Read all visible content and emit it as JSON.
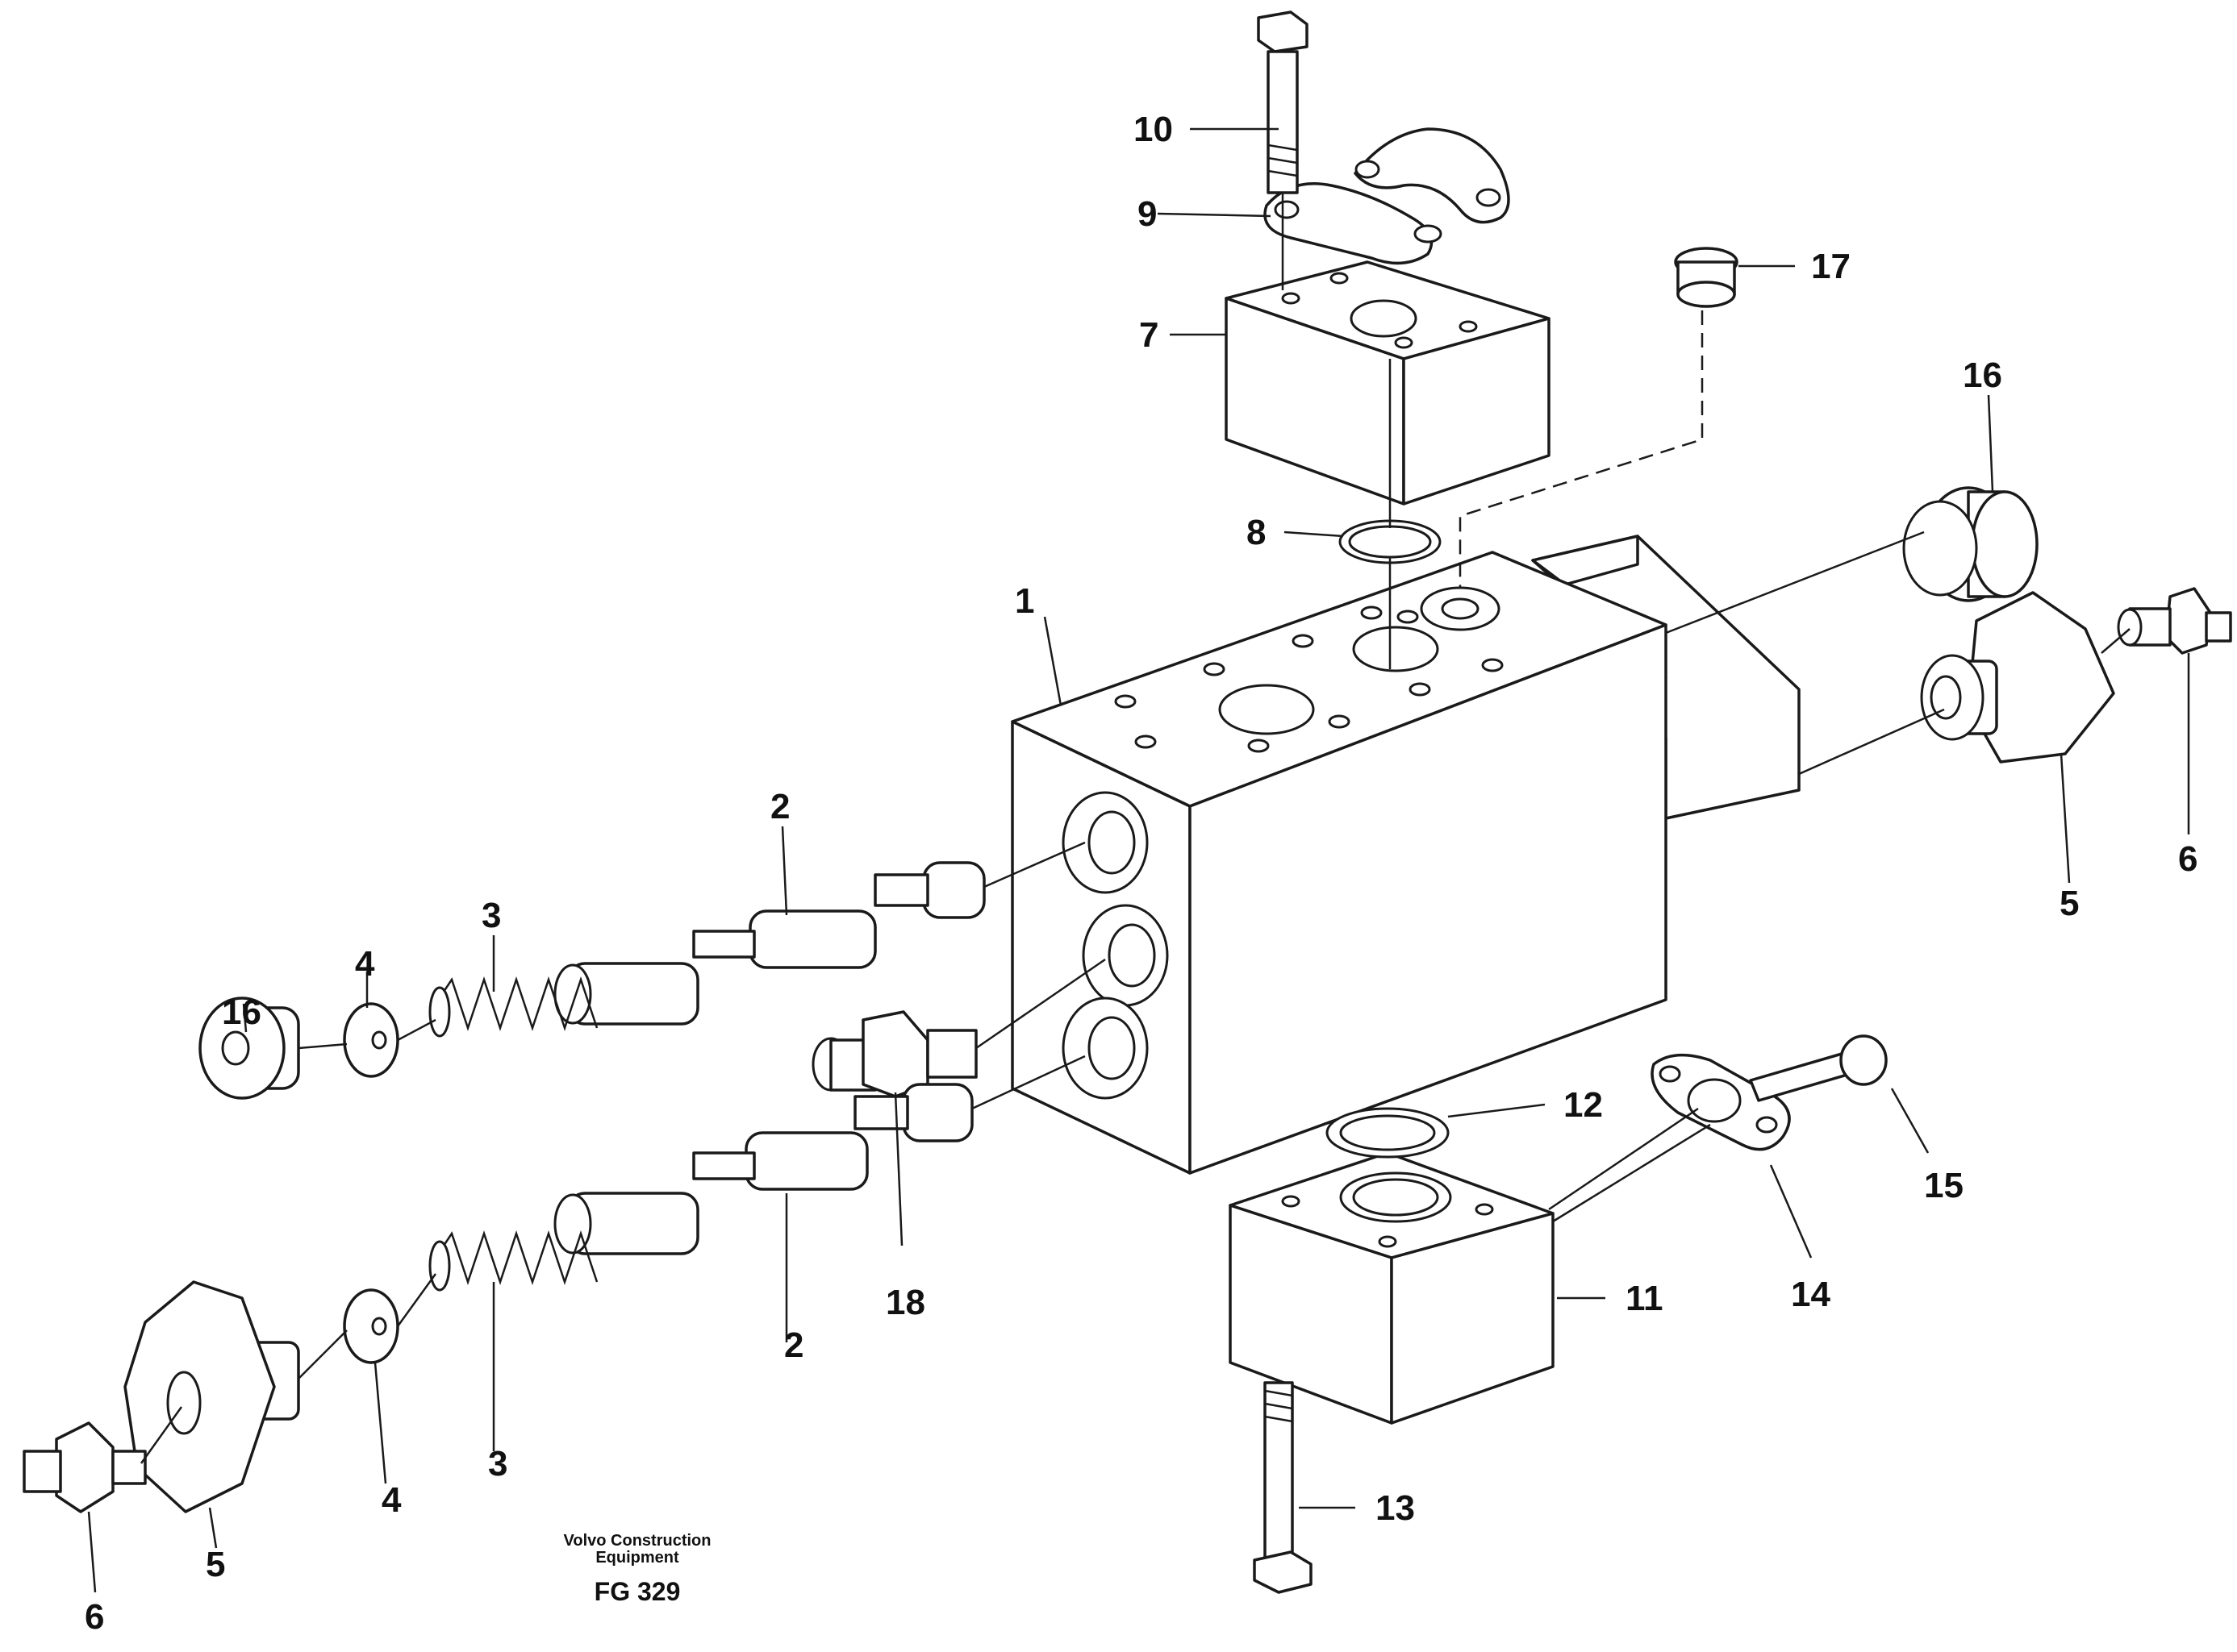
{
  "callouts": [
    "1",
    "2",
    "2",
    "3",
    "3",
    "4",
    "4",
    "5",
    "5",
    "6",
    "6",
    "7",
    "8",
    "9",
    "10",
    "11",
    "12",
    "13",
    "14",
    "15",
    "16",
    "16",
    "17",
    "18"
  ],
  "caption": {
    "line1": "Volvo Construction",
    "line2": "Equipment",
    "figure": "FG 329"
  }
}
